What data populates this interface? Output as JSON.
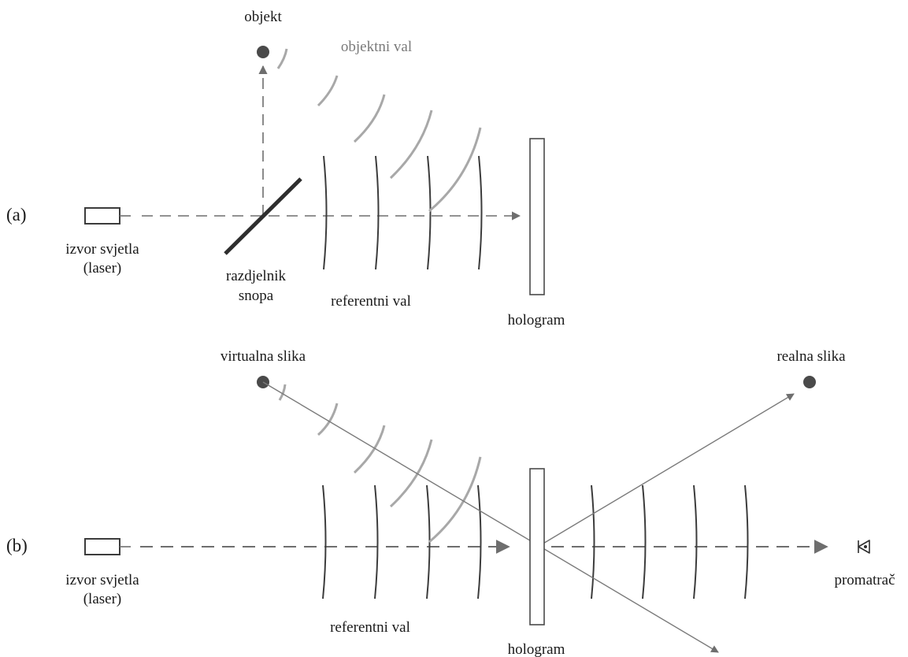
{
  "panel_a": {
    "panel_label": "(a)",
    "source_label_1": "izvor svjetla",
    "source_label_2": "(laser)",
    "object_label": "objekt",
    "object_wave_label": "objektni val",
    "splitter_label_1": "razdjelnik",
    "splitter_label_2": "snopa",
    "reference_wave_label": "referentni val",
    "hologram_label": "hologram"
  },
  "panel_b": {
    "panel_label": "(b)",
    "source_label_1": "izvor svjetla",
    "source_label_2": "(laser)",
    "virtual_image_label": "virtualna slika",
    "real_image_label": "realna slika",
    "reference_wave_label": "referentni val",
    "hologram_label": "hologram",
    "observer_label": "promatrač"
  },
  "colors": {
    "reference_wave": "#3c3c3c",
    "object_wave": "#a8a8a8",
    "beam": "#6e6e6e",
    "dot": "#4a4a4a"
  },
  "icons": {
    "observer": "eye-icon"
  }
}
